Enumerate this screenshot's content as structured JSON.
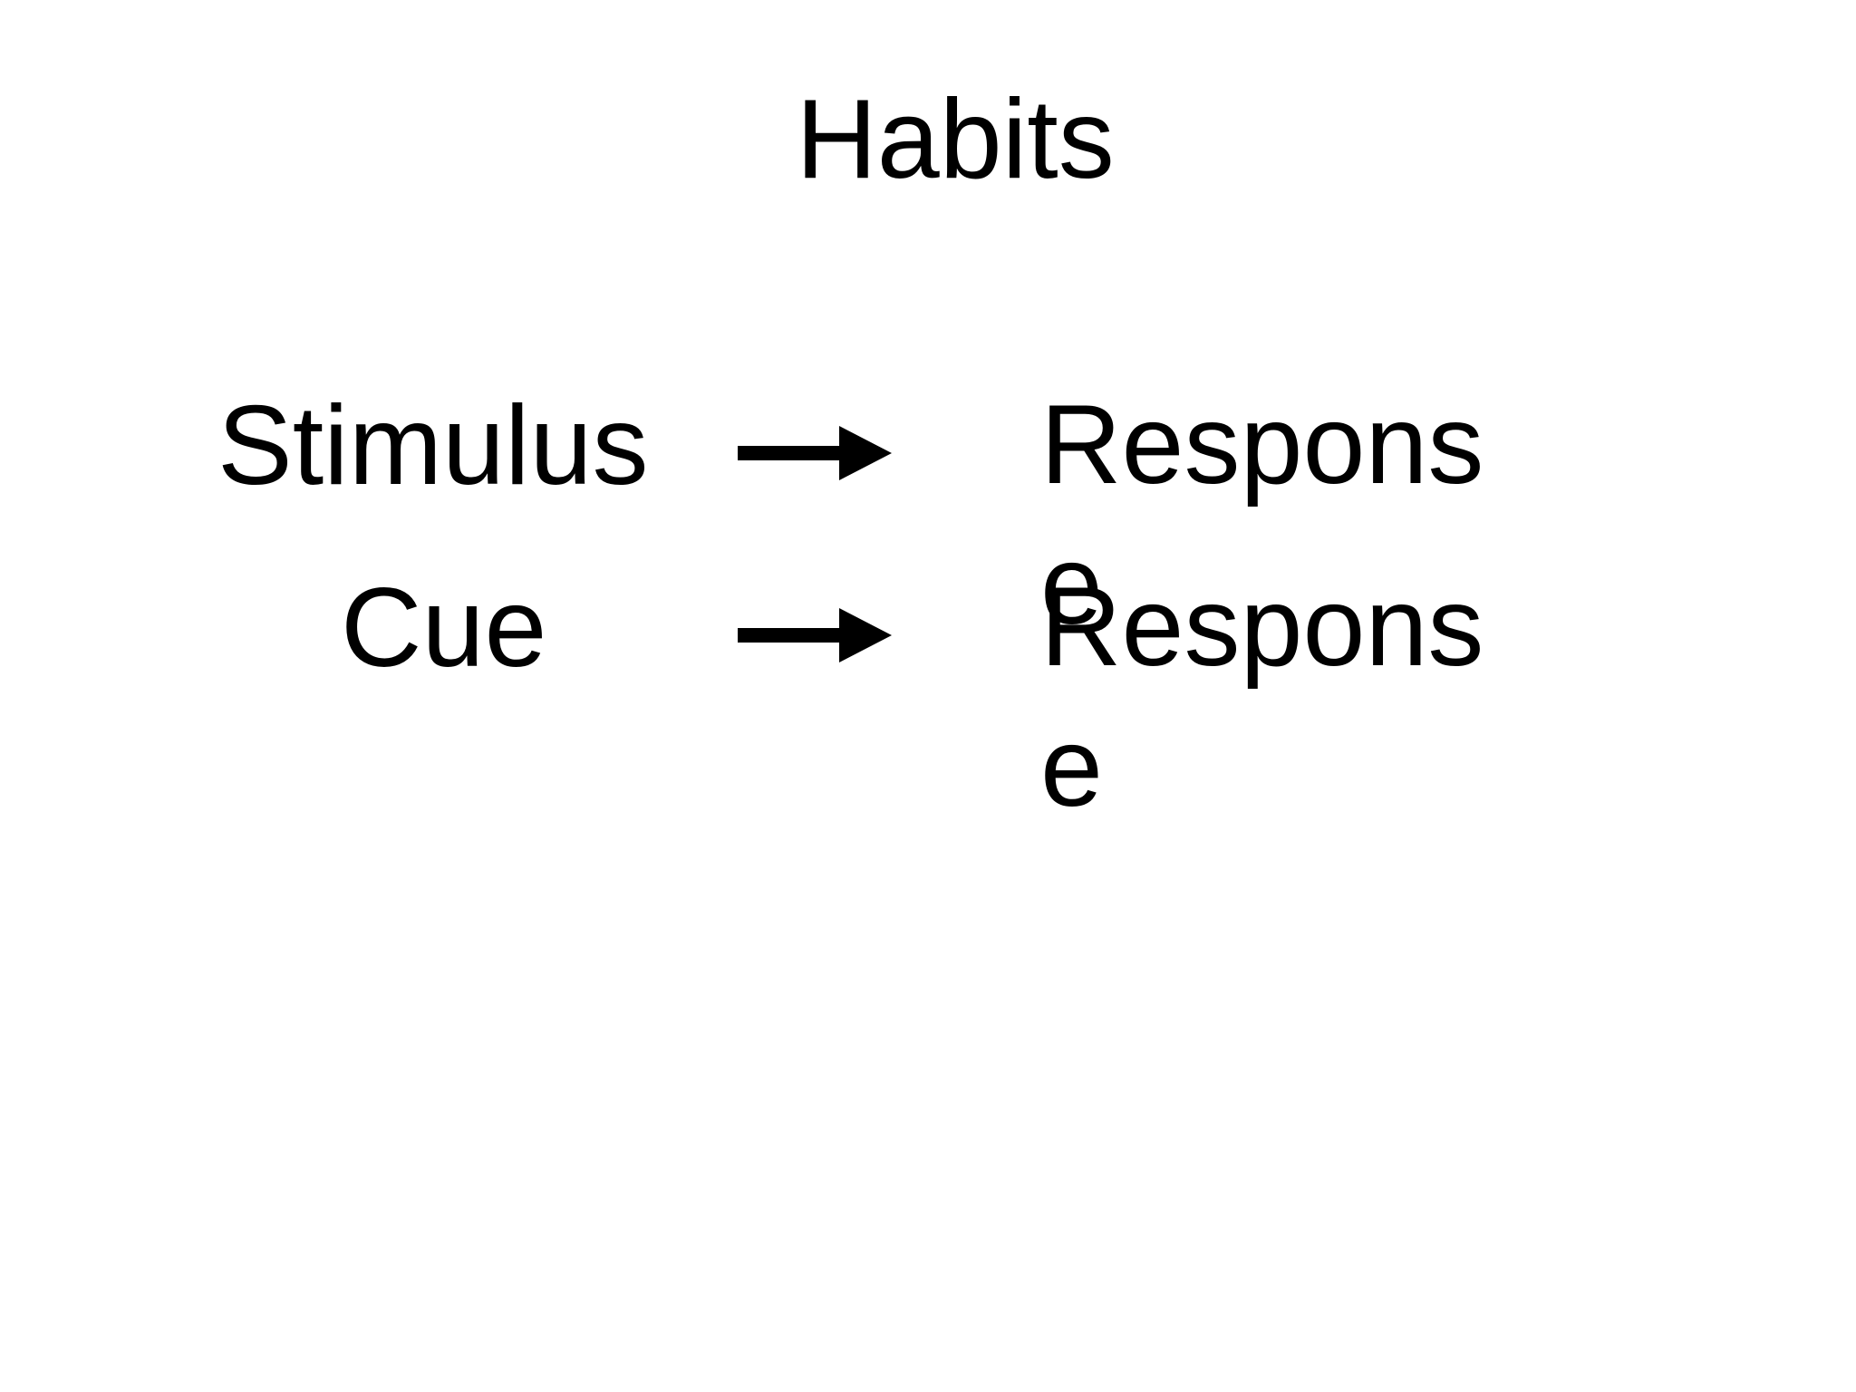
{
  "slide": {
    "title": "Habits"
  },
  "rows": [
    {
      "left": "Stimulus",
      "arrow_icon": "right-arrow-icon",
      "right": "Response"
    },
    {
      "left": "Cue",
      "arrow_icon": "right-arrow-icon",
      "right": "Response"
    }
  ],
  "colors": {
    "background": "#ffffff",
    "text": "#000000"
  }
}
